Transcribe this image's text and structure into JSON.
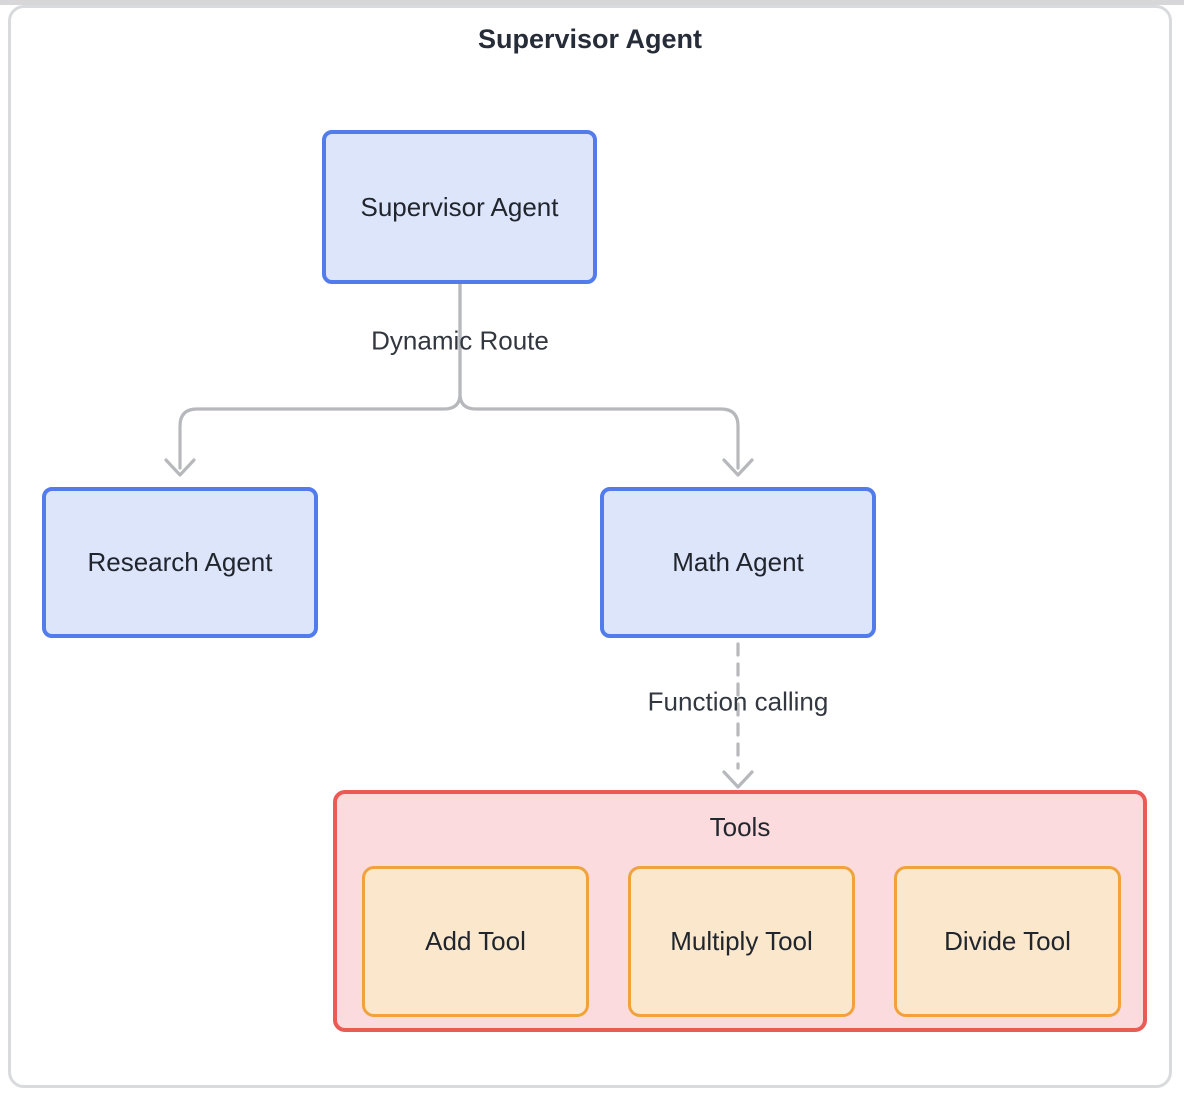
{
  "diagram": {
    "title": "Supervisor Agent",
    "nodes": {
      "supervisor": {
        "label": "Supervisor Agent"
      },
      "research": {
        "label": "Research Agent"
      },
      "math": {
        "label": "Math Agent"
      }
    },
    "edges": {
      "dynamic_route": {
        "label": "Dynamic Route",
        "from": "supervisor",
        "to": "research, math",
        "style": "solid"
      },
      "function_calling": {
        "label": "Function calling",
        "from": "math",
        "to": "tools",
        "style": "dashed"
      }
    },
    "tools_group": {
      "label": "Tools",
      "tools": {
        "add": {
          "label": "Add Tool"
        },
        "multiply": {
          "label": "Multiply Tool"
        },
        "divide": {
          "label": "Divide Tool"
        }
      }
    },
    "colors": {
      "agent_node_fill": "#dde5fa",
      "agent_node_border": "#527cec",
      "tools_group_fill": "#fbdbde",
      "tools_group_border": "#ec5a55",
      "tool_node_fill": "#fbe8cc",
      "tool_node_border": "#f1a23c",
      "connector": "#b7b8bc",
      "card_border": "#d9dade",
      "text": "#21262e"
    }
  }
}
